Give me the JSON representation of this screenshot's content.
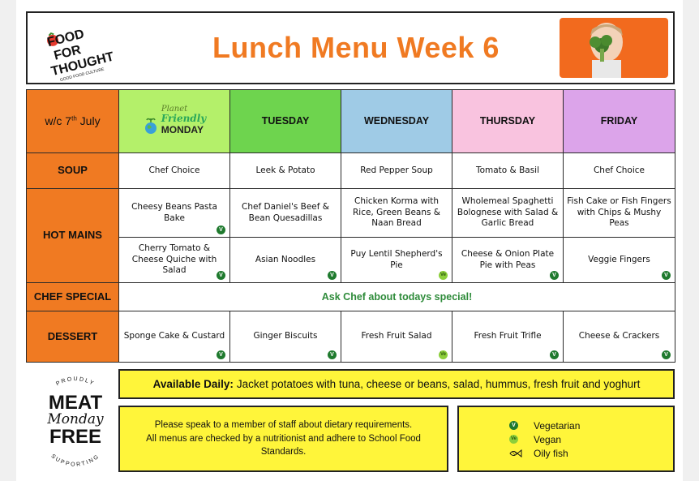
{
  "header": {
    "logo_lines": [
      "FOOD",
      "FOR",
      "THOUGHT"
    ],
    "logo_tagline": "GOOD FOOD CULTURE",
    "title": "Lunch Menu  Week 6",
    "photo_icon": "child-with-broccoli-photo"
  },
  "table": {
    "week_prefix": "w/c 7",
    "week_sup": "th",
    "week_suffix": " July",
    "monday": {
      "planet": "Planet",
      "friendly": "Friendly",
      "day": "MONDAY"
    },
    "days": [
      "TUESDAY",
      "WEDNESDAY",
      "THURSDAY",
      "FRIDAY"
    ],
    "rows": {
      "soup": "SOUP",
      "hot_mains": "HOT MAINS",
      "chef_special": "CHEF SPECIAL",
      "dessert": "DESSERT"
    },
    "soup": [
      "Chef Choice",
      "Leek & Potato",
      "Red Pepper Soup",
      "Tomato & Basil",
      "Chef Choice"
    ],
    "main1": [
      "Cheesy Beans Pasta Bake",
      "Chef Daniel's Beef & Bean Quesadillas",
      "Chicken Korma with Rice, Green Beans & Naan Bread",
      "Wholemeal Spaghetti Bolognese with Salad & Garlic Bread",
      "Fish Cake or Fish Fingers with Chips & Mushy Peas"
    ],
    "main2": [
      "Cherry Tomato & Cheese Quiche with Salad",
      "Asian Noodles",
      "Puy Lentil Shepherd's Pie",
      "Cheese & Onion Plate Pie with Peas",
      "Veggie Fingers"
    ],
    "special": "Ask Chef about todays special!",
    "dessert": [
      "Sponge Cake & Custard",
      "Ginger Biscuits",
      "Fresh Fruit Salad",
      "Fresh Fruit Trifle",
      "Cheese & Crackers"
    ]
  },
  "badges": {
    "veg": "V",
    "vegan": "Ve"
  },
  "meat_free": {
    "top": "PROUDLY",
    "meat": "MEAT",
    "monday": "Monday",
    "free": "FREE",
    "bottom": "SUPPORTING"
  },
  "daily": {
    "label": "Available Daily:",
    "text": "Jacket potatoes with tuna, cheese or beans, salad, hummus, fresh fruit and yoghurt"
  },
  "dietary": {
    "line1": "Please speak to a member of staff about dietary requirements.",
    "line2": "All menus are checked by a nutritionist and adhere to School Food Standards."
  },
  "legend": {
    "vegetarian": "Vegetarian",
    "vegan": "Vegan",
    "oily_fish": "Oily fish"
  },
  "colors": {
    "accent_orange": "#f07a22",
    "monday": "#b4f06a",
    "tuesday": "#6ed44e",
    "wednesday": "#9fcbe6",
    "thursday": "#f9c3df",
    "friday": "#dca4ea",
    "yellow_box": "#fff53a",
    "veg_badge": "#1f7a2e",
    "vegan_badge": "#8ccf3b"
  }
}
